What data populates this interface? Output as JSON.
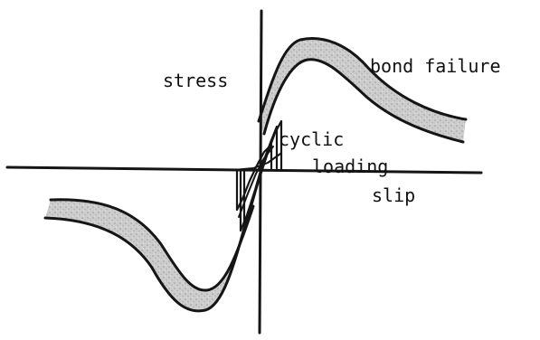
{
  "diagram": {
    "labels": {
      "stress": "stress",
      "bond_failure": "bond failure",
      "cyclic": "cyclic",
      "loading": "loading",
      "slip": "slip"
    },
    "colors": {
      "ink": "#151515",
      "band_fill": "#c9c9c9",
      "background": "#ffffff"
    }
  }
}
